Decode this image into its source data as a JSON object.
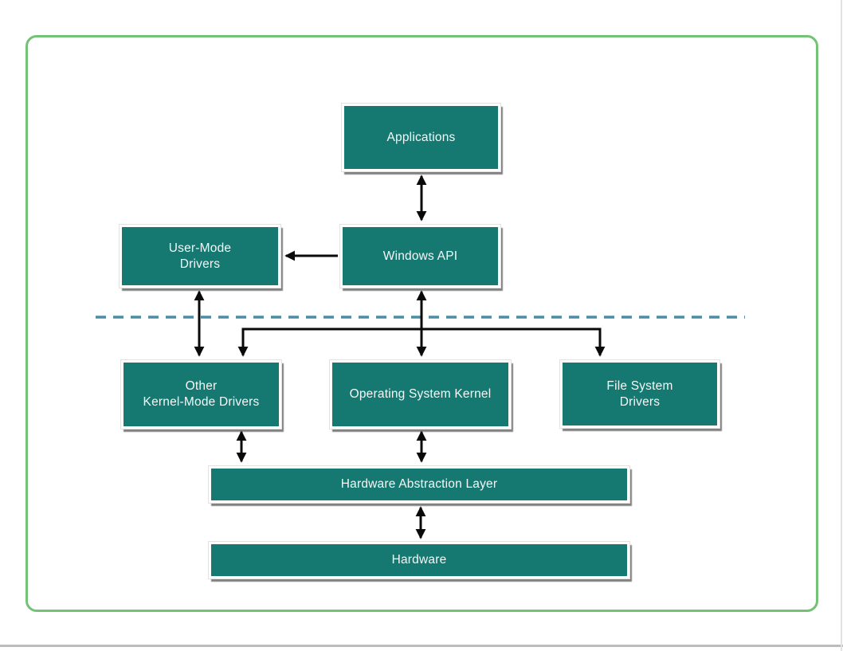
{
  "diagram": {
    "nodes": {
      "applications": {
        "label": "Applications"
      },
      "windows_api": {
        "label": "Windows API"
      },
      "user_mode_drivers": {
        "label": "User-Mode\nDrivers"
      },
      "other_kernel_mode_drivers": {
        "label": "Other\nKernel-Mode Drivers"
      },
      "operating_system_kernel": {
        "label": "Operating System Kernel"
      },
      "file_system_drivers": {
        "label": "File System\nDrivers"
      },
      "hardware_abstraction_layer": {
        "label": "Hardware Abstraction Layer"
      },
      "hardware": {
        "label": "Hardware"
      }
    },
    "edges": [
      {
        "from": "applications",
        "to": "windows_api",
        "direction": "both"
      },
      {
        "from": "windows_api",
        "to": "user_mode_drivers",
        "direction": "one-way"
      },
      {
        "from": "user_mode_drivers",
        "to": "other_kernel_mode_drivers",
        "direction": "both"
      },
      {
        "from": "windows_api",
        "to": "operating_system_kernel",
        "direction": "both"
      },
      {
        "from": "windows_api",
        "to": "other_kernel_mode_drivers",
        "direction": "one-way"
      },
      {
        "from": "windows_api",
        "to": "file_system_drivers",
        "direction": "one-way"
      },
      {
        "from": "other_kernel_mode_drivers",
        "to": "hardware_abstraction_layer",
        "direction": "both"
      },
      {
        "from": "operating_system_kernel",
        "to": "hardware_abstraction_layer",
        "direction": "both"
      },
      {
        "from": "hardware_abstraction_layer",
        "to": "hardware",
        "direction": "both"
      }
    ],
    "divider": {
      "type": "dashed-horizontal-line"
    },
    "colors": {
      "node_fill": "#157972",
      "node_text": "#f4f8f7",
      "frame_border": "#74c276",
      "divider_dash": "#4d8da3",
      "arrow": "#0a0a0a",
      "footer_line": "#bcbcbc"
    }
  }
}
